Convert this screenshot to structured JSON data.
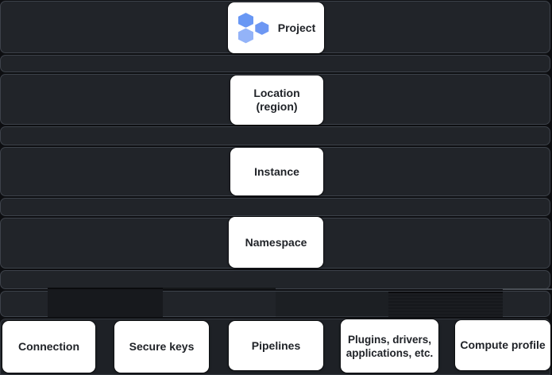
{
  "hierarchy": {
    "levels": [
      {
        "id": "project",
        "label": "Project"
      },
      {
        "id": "location",
        "label": "Location\n(region)"
      },
      {
        "id": "instance",
        "label": "Instance"
      },
      {
        "id": "namespace",
        "label": "Namespace"
      }
    ],
    "children": [
      {
        "id": "connection",
        "label": "Connection"
      },
      {
        "id": "secure-keys",
        "label": "Secure keys"
      },
      {
        "id": "pipelines",
        "label": "Pipelines"
      },
      {
        "id": "plugins",
        "label": "Plugins, drivers,\napplications, etc."
      },
      {
        "id": "compute-profile",
        "label": "Compute profile"
      }
    ]
  },
  "icon": {
    "name": "project-hexagons-icon",
    "hex_colors": [
      "#6897F4",
      "#93B3F8",
      "#6D97F3"
    ]
  },
  "colors": {
    "canvas_bg": "#0D0E11",
    "lane_bg": "#212429",
    "lane_border": "#3D424A",
    "node_bg": "#FFFFFF",
    "node_text": "#202328"
  }
}
